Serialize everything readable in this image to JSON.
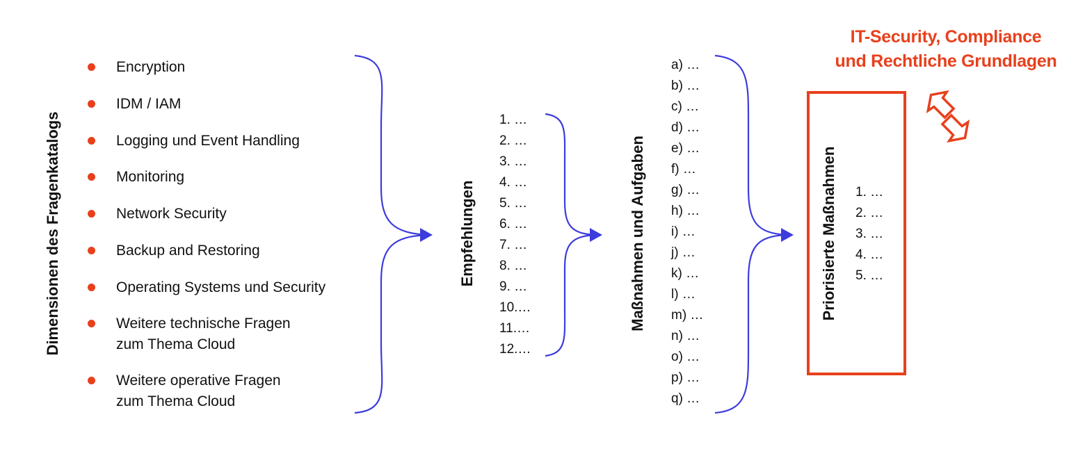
{
  "colors": {
    "accent": "#e8401c",
    "brace": "#3c3cdc",
    "text": "#111111"
  },
  "dimensions": {
    "title": "Dimensionen des Fragenkatalogs",
    "items": [
      "Encryption",
      "IDM / IAM",
      "Logging und Event Handling",
      "Monitoring",
      "Network Security",
      "Backup and Restoring",
      "Operating Systems und Security",
      "Weitere technische Fragen\nzum Thema Cloud",
      "Weitere operative Fragen\nzum Thema Cloud"
    ]
  },
  "recommendations": {
    "title": "Empfehlungen",
    "items": [
      "1. …",
      "2. …",
      "3. …",
      "4. …",
      "5. …",
      "6. …",
      "7. …",
      "8. …",
      "9. …",
      "10.…",
      "11.…",
      "12.…"
    ]
  },
  "measures": {
    "title": "Maßnahmen und Aufgaben",
    "items": [
      "a) …",
      "b) …",
      "c) …",
      "d) …",
      "e) …",
      "f) …",
      "g) …",
      "h) …",
      "i) …",
      "j) …",
      "k) …",
      "l) …",
      "m) …",
      "n) …",
      "o) …",
      "p) …",
      "q) …"
    ]
  },
  "prioritized": {
    "title": "Priorisierte Maßnahmen",
    "items": [
      "1. …",
      "2. …",
      "3. …",
      "4. …",
      "5. …"
    ]
  },
  "compliance": {
    "title_line1": "IT-Security, Compliance",
    "title_line2": "und Rechtliche Grundlagen",
    "icon": "bidirectional-arrow-icon"
  }
}
